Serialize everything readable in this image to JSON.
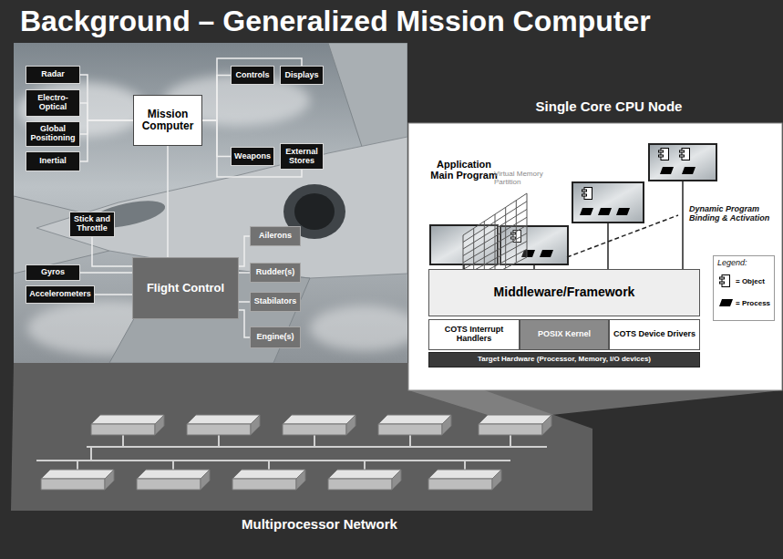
{
  "diagram": {
    "title": "Background – Generalized Mission Computer",
    "nodes": [
      {
        "text": [
          "Radar"
        ]
      },
      {
        "text": [
          "Electro-Optical"
        ]
      },
      {
        "text": [
          "Global Positioning"
        ]
      },
      {
        "text": [
          "Inertial"
        ]
      },
      {
        "text": [
          "Mission Computer"
        ]
      },
      {
        "text": [
          "Controls"
        ]
      },
      {
        "text": [
          "Displays"
        ]
      },
      {
        "text": [
          "Weapons"
        ]
      },
      {
        "text": [
          "External Stores"
        ]
      },
      {
        "text": [
          "Stick and Throttle"
        ]
      },
      {
        "text": [
          "Gyros"
        ]
      },
      {
        "text": [
          "Accelerometers"
        ]
      },
      {
        "text": [
          "Flight Control"
        ]
      },
      {
        "text": [
          "Ailerons"
        ]
      },
      {
        "text": [
          "Rudder(s)"
        ]
      },
      {
        "text": [
          "Stabilators"
        ]
      },
      {
        "text": [
          "Engine(s)"
        ]
      },
      {
        "text": [
          "Single Core CPU Node"
        ]
      },
      {
        "text": [
          "Application Main Program"
        ],
        "in": 17
      },
      {
        "text": [
          "Middleware/Framework"
        ],
        "in": 17
      },
      {
        "text": [
          "COTS Interrupt Handlers"
        ],
        "in": 17
      },
      {
        "text": [
          "POSIX Kernel"
        ],
        "in": 17
      },
      {
        "text": [
          "COTS Device Drivers"
        ],
        "in": 17
      },
      {
        "text": [
          "Target Hardware (Processor, Memory, I/O devices)"
        ],
        "in": 17
      }
    ],
    "edges": [
      {
        "from": 0,
        "to": 4,
        "arrow": "none"
      },
      {
        "from": 1,
        "to": 4,
        "arrow": "none"
      },
      {
        "from": 2,
        "to": 4,
        "arrow": "none"
      },
      {
        "from": 3,
        "to": 4,
        "arrow": "none"
      },
      {
        "from": 4,
        "to": 5,
        "arrow": "none"
      },
      {
        "from": 4,
        "to": 6,
        "arrow": "none"
      },
      {
        "from": 4,
        "to": 7,
        "arrow": "none"
      },
      {
        "from": 4,
        "to": 8,
        "arrow": "none"
      },
      {
        "from": 4,
        "to": 12,
        "arrow": "none"
      },
      {
        "from": 12,
        "to": 9,
        "arrow": "none"
      },
      {
        "from": 12,
        "to": 10,
        "arrow": "none"
      },
      {
        "from": 12,
        "to": 11,
        "arrow": "none"
      },
      {
        "from": 12,
        "to": 13,
        "arrow": "none"
      },
      {
        "from": 12,
        "to": 14,
        "arrow": "none"
      },
      {
        "from": 12,
        "to": 15,
        "arrow": "none"
      },
      {
        "from": 12,
        "to": 16,
        "arrow": "none"
      },
      {
        "from": 18,
        "to": 19,
        "arrow": "none"
      }
    ],
    "labels": [
      "Virtual Memory Partition",
      "Dynamic Program Binding & Activation",
      "Legend:",
      "Multiprocessor Network"
    ],
    "legend": [
      {
        "text": "= Object"
      },
      {
        "text": "= Process"
      }
    ]
  }
}
